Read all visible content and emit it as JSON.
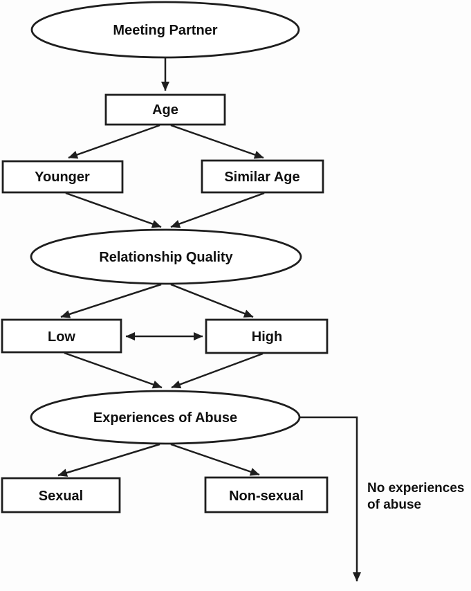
{
  "figure": {
    "type": "flowchart",
    "background_color": "#fdfdfd",
    "stroke_color": "#1e1e1e",
    "text_color": "#0f0f0f",
    "nodes": {
      "meeting_partner": {
        "label": "Meeting Partner",
        "shape": "ellipse"
      },
      "age": {
        "label": "Age",
        "shape": "rect"
      },
      "younger": {
        "label": "Younger",
        "shape": "rect"
      },
      "similar_age": {
        "label": "Similar Age",
        "shape": "rect"
      },
      "relationship_quality": {
        "label": "Relationship Quality",
        "shape": "ellipse"
      },
      "low": {
        "label": "Low",
        "shape": "rect"
      },
      "high": {
        "label": "High",
        "shape": "rect"
      },
      "experiences_of_abuse": {
        "label": "Experiences of Abuse",
        "shape": "ellipse"
      },
      "sexual": {
        "label": "Sexual",
        "shape": "rect"
      },
      "non_sexual": {
        "label": "Non-sexual",
        "shape": "rect"
      }
    },
    "annotations": {
      "no_abuse_line1": "No experiences",
      "no_abuse_line2": "of abuse"
    },
    "edges": [
      {
        "from": "meeting_partner",
        "to": "age",
        "direction": "down"
      },
      {
        "from": "age",
        "to": "younger",
        "direction": "down-left"
      },
      {
        "from": "age",
        "to": "similar_age",
        "direction": "down-right"
      },
      {
        "from": "younger",
        "to": "relationship_quality",
        "direction": "down-right"
      },
      {
        "from": "similar_age",
        "to": "relationship_quality",
        "direction": "down-left"
      },
      {
        "from": "relationship_quality",
        "to": "low",
        "direction": "down-left"
      },
      {
        "from": "relationship_quality",
        "to": "high",
        "direction": "down-right"
      },
      {
        "from": "low",
        "to": "high",
        "direction": "bidirectional"
      },
      {
        "from": "low",
        "to": "experiences_of_abuse",
        "direction": "down-right"
      },
      {
        "from": "high",
        "to": "experiences_of_abuse",
        "direction": "down-left"
      },
      {
        "from": "experiences_of_abuse",
        "to": "sexual",
        "direction": "down-left"
      },
      {
        "from": "experiences_of_abuse",
        "to": "non_sexual",
        "direction": "down-right"
      },
      {
        "from": "experiences_of_abuse",
        "to": "no_experiences_of_abuse_exit",
        "direction": "right-then-down"
      }
    ]
  }
}
